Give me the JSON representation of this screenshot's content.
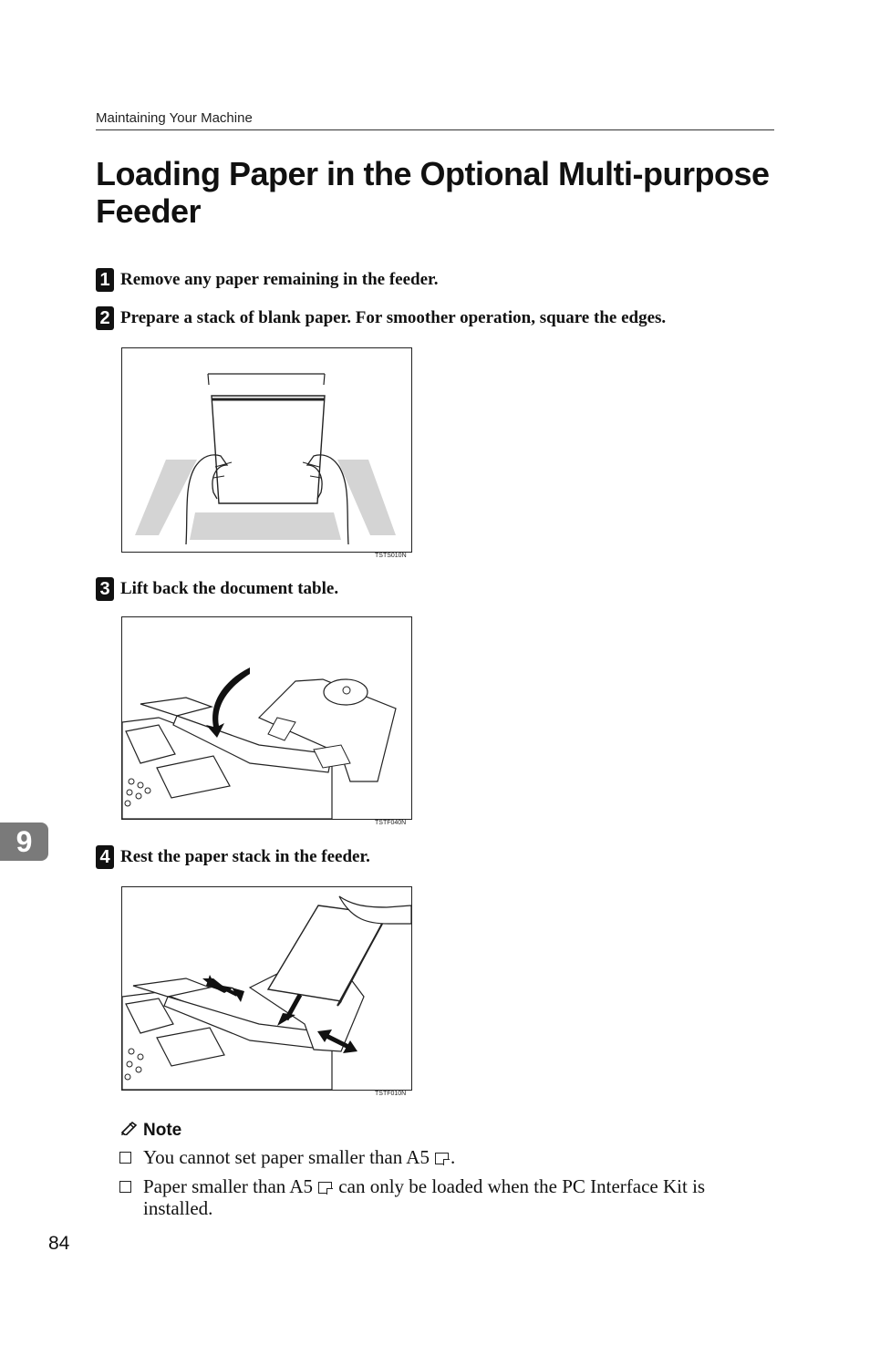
{
  "header": {
    "section": "Maintaining Your Machine"
  },
  "title": "Loading Paper in the Optional Multi-purpose Feeder",
  "steps": [
    {
      "num": "1",
      "text": "Remove any paper remaining in the feeder."
    },
    {
      "num": "2",
      "text": "Prepare a stack of blank paper. For smoother operation, square the edges."
    },
    {
      "num": "3",
      "text": "Lift back the document table."
    },
    {
      "num": "4",
      "text": "Rest the paper stack in the feeder."
    }
  ],
  "figures": [
    {
      "code": "TSTS010N"
    },
    {
      "code": "TSTF040N"
    },
    {
      "code": "TSTF010N"
    }
  ],
  "chapter_tab": "9",
  "note": {
    "heading": "Note",
    "items": [
      {
        "before": "You cannot set paper smaller than A5",
        "after": "."
      },
      {
        "before": "Paper smaller than A5",
        "after": " can only be loaded when the PC Interface Kit is installed."
      }
    ]
  },
  "page_number": "84"
}
